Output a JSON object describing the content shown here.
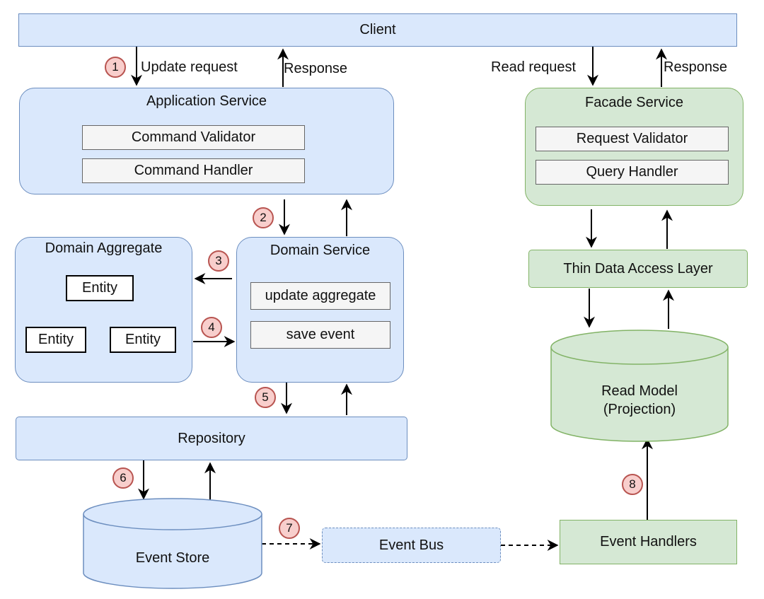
{
  "client": {
    "label": "Client"
  },
  "edge_labels": {
    "update_request": "Update request",
    "response_left": "Response",
    "read_request": "Read request",
    "response_right": "Response"
  },
  "application_service": {
    "title": "Application Service",
    "items": [
      "Command Validator",
      "Command Handler"
    ]
  },
  "facade_service": {
    "title": "Facade Service",
    "items": [
      "Request Validator",
      "Query Handler"
    ]
  },
  "domain_aggregate": {
    "title": "Domain Aggregate",
    "root_entity": "Entity",
    "child_entities": [
      "Entity",
      "Entity"
    ]
  },
  "domain_service": {
    "title": "Domain Service",
    "items": [
      "update aggregate",
      "save event"
    ]
  },
  "thin_data_access_layer": {
    "label": "Thin Data Access Layer"
  },
  "read_model": {
    "line1": "Read Model",
    "line2": "(Projection)"
  },
  "repository": {
    "label": "Repository"
  },
  "event_store": {
    "label": "Event Store"
  },
  "event_bus": {
    "label": "Event Bus"
  },
  "event_handlers": {
    "label": "Event Handlers"
  },
  "steps": [
    "1",
    "2",
    "3",
    "4",
    "5",
    "6",
    "7",
    "8"
  ],
  "colors": {
    "blue_fill": "#dae8fc",
    "blue_stroke": "#6c8ebf",
    "green_fill": "#d5e8d4",
    "green_stroke": "#82b366",
    "badge_fill": "#f8cecc",
    "badge_stroke": "#b85450",
    "item_fill": "#f5f5f5",
    "item_stroke": "#666666"
  }
}
